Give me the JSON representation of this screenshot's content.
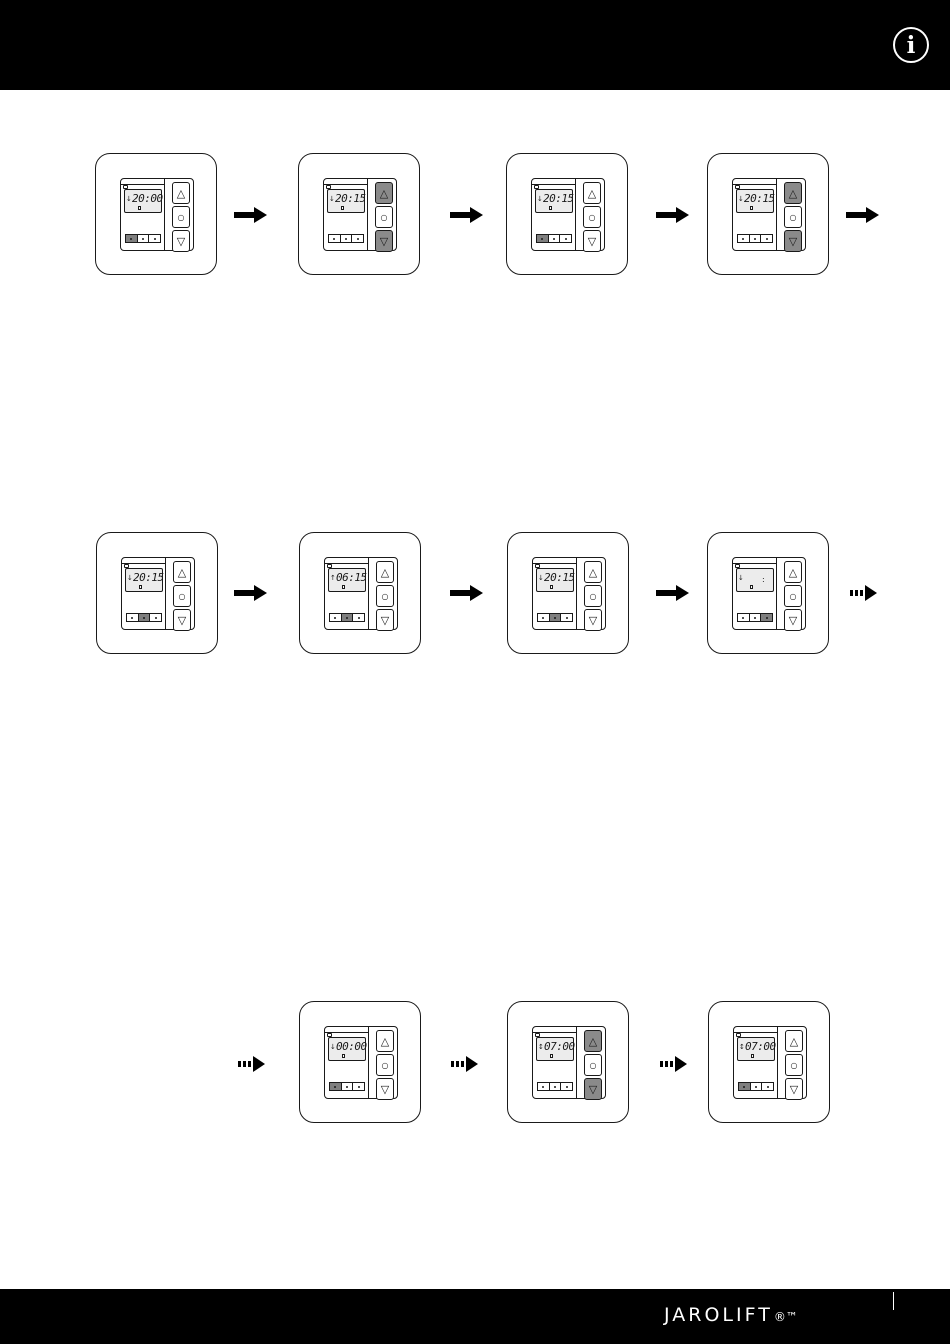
{
  "header": {
    "info_icon": "info-icon",
    "info_glyph": "i"
  },
  "steps_row1": [
    {
      "time": "20:00",
      "arrow": "↓",
      "active_mode": 0,
      "pressed_up": false,
      "pressed_down": false
    },
    {
      "time": "20:15",
      "arrow": "↓",
      "active_mode": null,
      "pressed_up": true,
      "pressed_down": true
    },
    {
      "time": "20:15",
      "arrow": "↓",
      "active_mode": 0,
      "pressed_up": false,
      "pressed_down": false
    },
    {
      "time": "20:15",
      "arrow": "↓",
      "active_mode": null,
      "pressed_up": true,
      "pressed_down": true
    }
  ],
  "steps_row2": [
    {
      "time": "20:15",
      "arrow": "↓",
      "active_mode": 1,
      "pressed_up": false,
      "pressed_down": false
    },
    {
      "time": "06:15",
      "arrow": "↑",
      "active_mode": 1,
      "pressed_up": false,
      "pressed_down": false
    },
    {
      "time": "20:15",
      "arrow": "↓",
      "active_mode": 1,
      "pressed_up": false,
      "pressed_down": false
    },
    {
      "time": "",
      "arrow": "↓",
      "active_mode": 2,
      "pressed_up": false,
      "pressed_down": false
    }
  ],
  "steps_row3": [
    {
      "time": "00:00",
      "arrow": "↓",
      "active_mode": 0,
      "pressed_up": false,
      "pressed_down": false
    },
    {
      "time": "07:00",
      "arrow": "↕",
      "active_mode": null,
      "pressed_up": true,
      "pressed_down": true
    },
    {
      "time": "07:00",
      "arrow": "↕",
      "active_mode": 0,
      "pressed_up": false,
      "pressed_down": false
    }
  ],
  "keys": {
    "up": "△",
    "ok": "○",
    "down": "▽"
  },
  "footer": {
    "brand": "JAROLIFT",
    "trademark": "®™"
  }
}
